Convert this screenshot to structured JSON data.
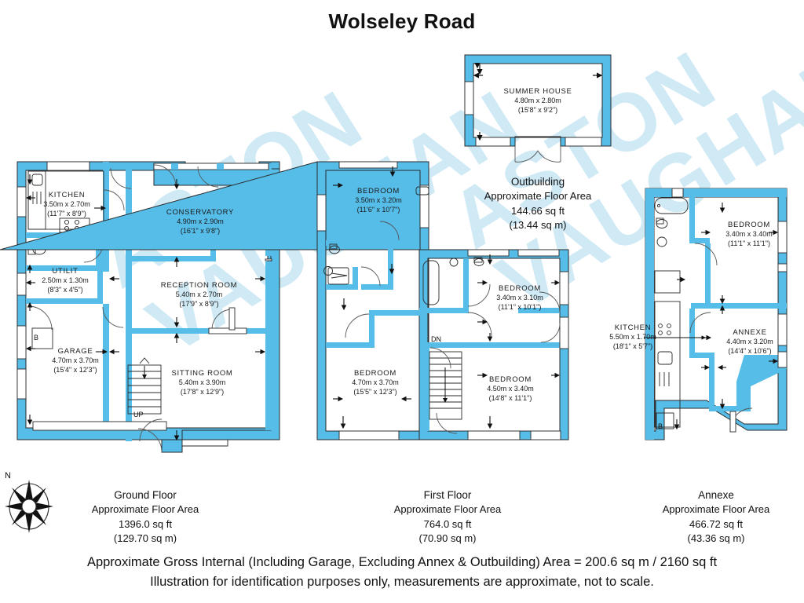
{
  "title": "Wolseley Road",
  "watermark": {
    "line1": "ASTON",
    "line2": "VAUGHAN"
  },
  "compass": {
    "north_label": "N"
  },
  "markers": {
    "boiler": "B",
    "stairs_up": "UP",
    "stairs_down": "DN"
  },
  "floors": {
    "ground": {
      "caption_name": "Ground Floor",
      "caption_area_label": "Approximate Floor Area",
      "caption_sqft": "1396.0 sq ft",
      "caption_sqm": "(129.70 sq m)",
      "rooms": [
        {
          "name": "KITCHEN",
          "metric": "3.50m x 2.70m",
          "imperial": "(11'7\" x 8'9\")"
        },
        {
          "name": "UTILIT",
          "metric": "2.50m x 1.30m",
          "imperial": "(8'3\" x 4'5\")"
        },
        {
          "name": "GARAGE",
          "metric": "4.70m x 3.70m",
          "imperial": "(15'4\" x 12'3\")"
        },
        {
          "name": "CONSERVATORY",
          "metric": "4.90m x 2.90m",
          "imperial": "(16'1\" x 9'8\")"
        },
        {
          "name": "RECEPTION ROOM",
          "metric": "5.40m x 2.70m",
          "imperial": "(17'9\" x 8'9\")"
        },
        {
          "name": "SITTING ROOM",
          "metric": "5.40m x 3.90m",
          "imperial": "(17'8\" x 12'9\")"
        }
      ]
    },
    "first": {
      "caption_name": "First Floor",
      "caption_area_label": "Approximate Floor Area",
      "caption_sqft": "764.0 sq ft",
      "caption_sqm": "(70.90 sq m)",
      "rooms": [
        {
          "name": "BEDROOM",
          "metric": "3.50m x 3.20m",
          "imperial": "(11'6\" x 10'7\")"
        },
        {
          "name": "BEDROOM",
          "metric": "3.40m x 3.10m",
          "imperial": "(11'1\" x 10'1\")"
        },
        {
          "name": "BEDROOM",
          "metric": "4.70m x 3.70m",
          "imperial": "(15'5\" x 12'3\")"
        },
        {
          "name": "BEDROOM",
          "metric": "4.50m x 3.40m",
          "imperial": "(14'8\" x 11'1\")"
        }
      ]
    },
    "annexe": {
      "caption_name": "Annexe",
      "caption_area_label": "Approximate Floor Area",
      "caption_sqft": "466.72 sq ft",
      "caption_sqm": "(43.36 sq m)",
      "rooms": [
        {
          "name": "BEDROOM",
          "metric": "3.40m x 3.40m",
          "imperial": "(11'1\" x 11'1\")"
        },
        {
          "name": "KITCHEN",
          "metric": "5.50m x 1.70m",
          "imperial": "(18'1\" x 5'7\")"
        },
        {
          "name": "ANNEXE",
          "metric": "4.40m x 3.20m",
          "imperial": "(14'4\" x 10'6\")"
        }
      ]
    },
    "outbuilding": {
      "caption_name": "Outbuilding",
      "caption_area_label": "Approximate Floor Area",
      "caption_sqft": "144.66 sq ft",
      "caption_sqm": "(13.44 sq m)",
      "rooms": [
        {
          "name": "SUMMER HOUSE",
          "metric": "4.80m x 2.80m",
          "imperial": "(15'8\" x 9'2\")"
        }
      ]
    }
  },
  "footer": {
    "line1": "Approximate Gross Internal (Including Garage, Excluding Annex & Outbuilding) Area = 200.6 sq m / 2160 sq ft",
    "line2": "Illustration for identification purposes only, measurements are approximate, not to scale."
  },
  "colors": {
    "wall_fill": "#56bce8",
    "wall_stroke": "#2b2b2b",
    "watermark": "#cfe9f5",
    "text": "#111111",
    "background": "#ffffff"
  }
}
